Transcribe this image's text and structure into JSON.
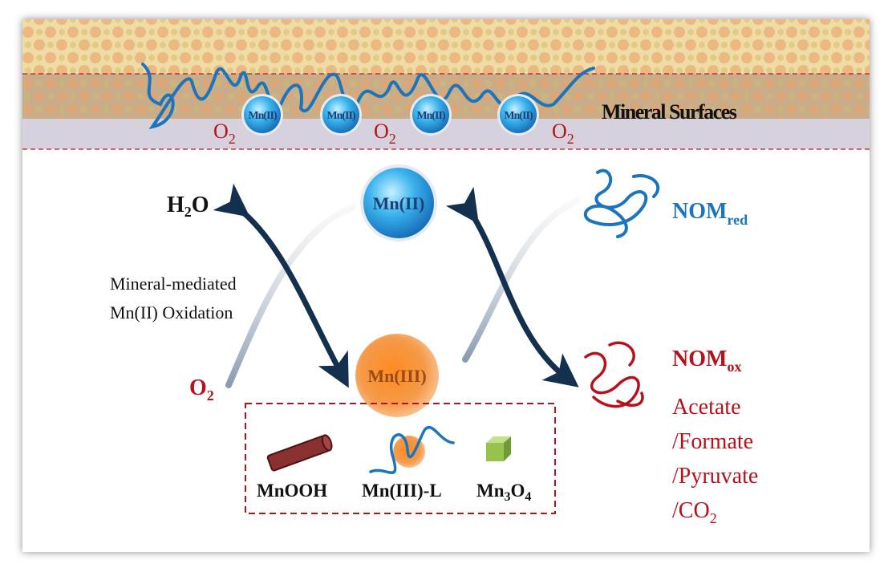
{
  "surface": {
    "label": "Mineral Surfaces",
    "mn_ion": "Mn(II)",
    "o2": {
      "main": "O",
      "sub": "2"
    }
  },
  "cycle": {
    "mn2": "Mn(II)",
    "mn3": "Mn(III)",
    "h2o": {
      "h": "H",
      "sub": "2",
      "o": "O"
    },
    "o2": {
      "main": "O",
      "sub": "2"
    },
    "process_line1": "Mineral-mediated",
    "process_line2": "Mn(II) Oxidation",
    "nom_red": {
      "main": "NOM",
      "sub": "red"
    },
    "nom_ox": {
      "main": "NOM",
      "sub": "ox"
    },
    "products": [
      "Acetate",
      "/Formate",
      "/Pyruvate",
      "/CO"
    ],
    "co2_sub": "2"
  },
  "species": {
    "mnooh": "MnOOH",
    "mn3l": "Mn(III)-L",
    "mn3o4": {
      "a": "Mn",
      "s1": "3",
      "b": "O",
      "s2": "4"
    }
  },
  "colors": {
    "navy": "#14304f",
    "blue": "#1a75bc",
    "red": "#b5121b",
    "orange": "#f07a1e"
  }
}
